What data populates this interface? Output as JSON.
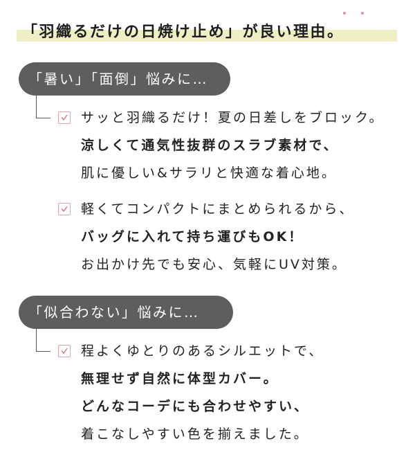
{
  "title": {
    "text": "「羽織るだけの日焼け止め」が良い理由。",
    "highlight_color": "#eef0c4",
    "accent_dot_color": "#e58e96",
    "accent_dots_over": [
      "理",
      "由"
    ]
  },
  "sections": [
    {
      "pill_label": "「暑い」「面倒」悩みに…",
      "items": [
        {
          "icon": "checkbox-checked-icon",
          "lines": [
            {
              "text": "サッと羽織るだけ！夏の日差しをブロック。",
              "weight": "normal"
            },
            {
              "text": "涼しくて通気性抜群のスラブ素材で、",
              "weight": "bold"
            },
            {
              "text": "肌に優しい&サラリと快適な着心地。",
              "weight": "normal"
            }
          ]
        },
        {
          "icon": "checkbox-checked-icon",
          "lines": [
            {
              "text": "軽くてコンパクトにまとめられるから、",
              "weight": "normal"
            },
            {
              "text": "バッグに入れて持ち運びもOK！",
              "weight": "bold"
            },
            {
              "text": "お出かけ先でも安心、気軽にUV対策。",
              "weight": "normal"
            }
          ]
        }
      ]
    },
    {
      "pill_label": "「似合わない」悩みに…",
      "items": [
        {
          "icon": "checkbox-checked-icon",
          "lines": [
            {
              "text": "程よくゆとりのあるシルエットで、",
              "weight": "normal"
            },
            {
              "text": "無理せず自然に体型カバー。",
              "weight": "bold"
            },
            {
              "text": "どんなコーデにも合わせやすい、",
              "weight": "bold"
            },
            {
              "text": "着こなしやすい色を揃えました。",
              "weight": "normal"
            }
          ]
        }
      ]
    }
  ],
  "colors": {
    "pill_bg": "#5e5e5e",
    "pill_text": "#ffffff",
    "checkbox_border": "#e3a3a9",
    "checkmark": "#d9707b",
    "body_text": "#222222"
  }
}
